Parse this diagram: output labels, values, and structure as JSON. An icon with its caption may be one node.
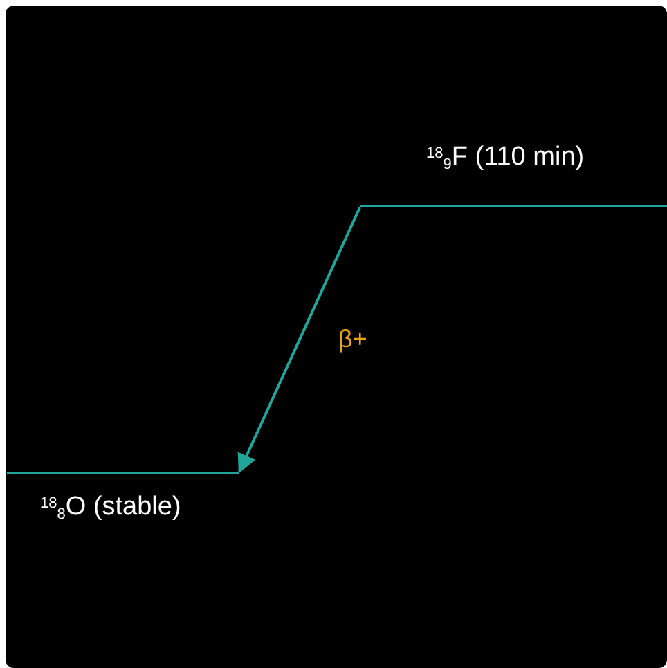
{
  "diagram": {
    "nodes": [
      {
        "text": [
          "$^{18}$$_{9}$F (110 min)"
        ]
      },
      {
        "text": [
          "$^{18}$$_{8}$O (stable)"
        ]
      }
    ],
    "edges": [
      {
        "from": 0,
        "to": 1,
        "arrow": "to",
        "label": "β+"
      }
    ]
  }
}
